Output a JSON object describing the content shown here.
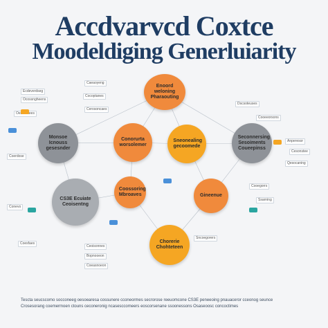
{
  "title": {
    "line1": "Accdvarvcd Coxtce",
    "line2": "Moodeldiging Generluiarity"
  },
  "nodes": [
    {
      "id": "top-orange",
      "text": "Enoord weloning Pharaouting",
      "color": "#f08a3c"
    },
    {
      "id": "left-gray",
      "text": "Monsoe Icnouss gesesnder",
      "color": "#8e9298"
    },
    {
      "id": "center-orange",
      "text": "Conorurta worsolemer",
      "color": "#f08a3c"
    },
    {
      "id": "center-yellow",
      "text": "Sneonealing gecoomede",
      "color": "#f5a623"
    },
    {
      "id": "right-gray",
      "text": "Seconnersing Sesoiments Coueepinss",
      "color": "#8e9298"
    },
    {
      "id": "lowleft-gray",
      "text": "CS3E Ecuiate Ceoisentng",
      "color": "#a9adb2"
    },
    {
      "id": "lowcenter-orange",
      "text": "Coossoring Mbroaves",
      "color": "#f08a3c"
    },
    {
      "id": "lowright-orange",
      "text": "Gineenue",
      "color": "#f08a3c"
    },
    {
      "id": "bottom-yellow",
      "text": "Chorerie Chohteteen",
      "color": "#f5a623"
    }
  ],
  "labels": [
    "Ecdeverdseg",
    "Ocossngheens",
    "Oesuontees",
    "Coerdose",
    "Conevo",
    "Coesfaes",
    "Caeaoyeng",
    "Cocoptanes",
    "Cerosoncaes",
    "Dscsoteuses",
    "Cooeeorsons",
    "Anperesor",
    "Cesonstee",
    "Qesocaning",
    "Cooegorrs",
    "Ssarning",
    "Ceoisonnes",
    "Bopnooeon",
    "Coeasnoeon",
    "Sncoegorers"
  ],
  "footer": {
    "line1": "Tescta seucscomo socconeeg oesoearesa cossunere cconeormes secrorose reeuomcone CS3E peneeoing pnauaceror cceonog seunce",
    "line2": "Crosesorang coemermoen ctouns ceconeronig ncasesccomeers eoscorsenane ssoonessons Osaseoosc concoctimes"
  },
  "colors": {
    "title": "#1f3d63",
    "orange": "#f08a3c",
    "yellow": "#f5a623",
    "gray": "#8e9298",
    "blue": "#4a90d9",
    "teal": "#2aa5a0"
  }
}
